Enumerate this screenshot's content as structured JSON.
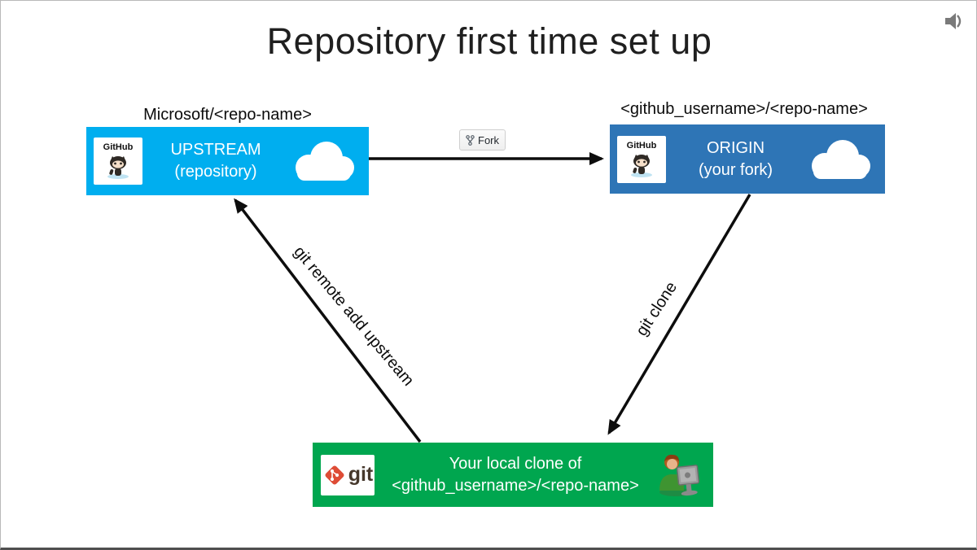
{
  "title": "Repository first time set up",
  "colors": {
    "upstream_box": "#00AEEF",
    "origin_box": "#2E75B6",
    "local_box": "#00A64F",
    "arrow": "#0d0d0d",
    "git_logo_red": "#DE4C36"
  },
  "nodes": {
    "upstream": {
      "caption": "Microsoft/<repo-name>",
      "line1": "UPSTREAM",
      "line2": "(repository)",
      "badge": "GitHub"
    },
    "origin": {
      "caption": "<github_username>/<repo-name>",
      "line1": "ORIGIN",
      "line2": "(your fork)",
      "badge": "GitHub"
    },
    "local": {
      "line1": "Your local clone of",
      "line2": "<github_username>/<repo-name>",
      "badge": "git"
    }
  },
  "edges": {
    "fork": {
      "label": "Fork"
    },
    "clone": {
      "label": "git clone"
    },
    "remote": {
      "label": "git remote add upstream"
    }
  },
  "icons": {
    "audio": "speaker-icon",
    "cloud": "cloud-icon",
    "github": "octocat-github-logo",
    "git": "git-logo",
    "fork": "fork-icon",
    "developer": "person-at-computer-icon"
  }
}
